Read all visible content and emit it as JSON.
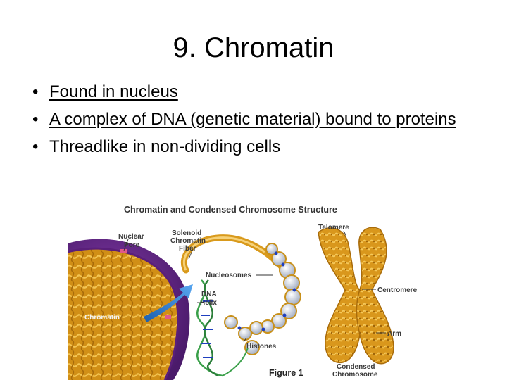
{
  "slide": {
    "title": "9. Chromatin",
    "bullets": [
      {
        "text": "Found in nucleus",
        "underlined": true
      },
      {
        "text": "A complex of DNA (genetic material) bound to proteins",
        "underlined": true
      },
      {
        "text": "Threadlike in non-dividing cells",
        "underlined": false
      }
    ]
  },
  "figure": {
    "title": "Chromatin and Condensed Chromosome Structure",
    "caption": "Figure 1",
    "labels": {
      "nuclear_pore_1": "Nuclear",
      "nuclear_pore_2": "Pore",
      "solenoid_1": "Solenoid",
      "solenoid_2": "Chromatin",
      "solenoid_3": "Fiber",
      "nucleosomes": "Nucleosomes",
      "dna_1": "DNA",
      "dna_2": "Helix",
      "chromatin": "Chromatin",
      "histones": "Histones",
      "telomere": "Telomere",
      "centromere": "Centromere",
      "arm": "Arm",
      "condensed_1": "Condensed",
      "condensed_2": "Chromosome"
    },
    "colors": {
      "nucleus_envelope": "#6a2a8c",
      "chromatin_fiber": "#e0a521",
      "arrow": "#2f7fd6",
      "histone_bead": "#b9c3d6",
      "dna_helix": "#3aa04a",
      "dna_base": "#1f3fbf"
    }
  }
}
